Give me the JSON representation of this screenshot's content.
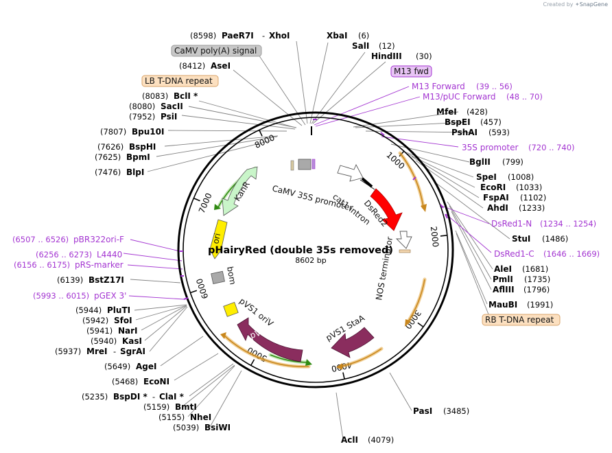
{
  "credit": {
    "prefix": "Created by",
    "brand": "SnapGene"
  },
  "plasmid": {
    "name": "pHairyRed (double 35s removed)",
    "length_label": "8602 bp",
    "length": 8602
  },
  "ticks": [
    "1000",
    "2000",
    "3000",
    "4000",
    "5000",
    "6000",
    "7000",
    "8000"
  ],
  "enzymes": [
    {
      "id": "paer7i",
      "name": "PaeR7I",
      "pos": "(8598)",
      "bp": 8598
    },
    {
      "id": "xhoi",
      "name": "XhoI",
      "pos": "",
      "bp": 8598
    },
    {
      "id": "xbai",
      "name": "XbaI",
      "pos": "(6)",
      "bp": 6
    },
    {
      "id": "sali",
      "name": "SalI",
      "pos": "(12)",
      "bp": 12
    },
    {
      "id": "hindiii",
      "name": "HindIII",
      "pos": "(30)",
      "bp": 30
    },
    {
      "id": "asei",
      "name": "AseI",
      "pos": "(8412)",
      "bp": 8412
    },
    {
      "id": "bcli",
      "name": "BclI *",
      "pos": "(8083)",
      "bp": 8083
    },
    {
      "id": "sacii",
      "name": "SacII",
      "pos": "(8080)",
      "bp": 8080
    },
    {
      "id": "psii",
      "name": "PsiI",
      "pos": "(7952)",
      "bp": 7952
    },
    {
      "id": "bpu10i",
      "name": "Bpu10I",
      "pos": "(7807)",
      "bp": 7807
    },
    {
      "id": "bsphi",
      "name": "BspHI",
      "pos": "(7626)",
      "bp": 7626
    },
    {
      "id": "bpmi",
      "name": "BpmI",
      "pos": "(7625)",
      "bp": 7625
    },
    {
      "id": "blpi",
      "name": "BlpI",
      "pos": "(7476)",
      "bp": 7476
    },
    {
      "id": "mfei",
      "name": "MfeI",
      "pos": "(428)",
      "bp": 428
    },
    {
      "id": "bspei",
      "name": "BspEI",
      "pos": "(457)",
      "bp": 457
    },
    {
      "id": "pshai",
      "name": "PshAI",
      "pos": "(593)",
      "bp": 593
    },
    {
      "id": "bglii",
      "name": "BglII",
      "pos": "(799)",
      "bp": 799
    },
    {
      "id": "spei",
      "name": "SpeI",
      "pos": "(1008)",
      "bp": 1008
    },
    {
      "id": "ecori",
      "name": "EcoRI",
      "pos": "(1033)",
      "bp": 1033
    },
    {
      "id": "fspai",
      "name": "FspAI",
      "pos": "(1102)",
      "bp": 1102
    },
    {
      "id": "ahdi",
      "name": "AhdI",
      "pos": "(1233)",
      "bp": 1233
    },
    {
      "id": "stui",
      "name": "StuI",
      "pos": "(1486)",
      "bp": 1486
    },
    {
      "id": "alei",
      "name": "AleI",
      "pos": "(1681)",
      "bp": 1681
    },
    {
      "id": "pmli",
      "name": "PmlI",
      "pos": "(1735)",
      "bp": 1735
    },
    {
      "id": "aflIII",
      "name": "AflIII",
      "pos": "(1796)",
      "bp": 1796
    },
    {
      "id": "maubi",
      "name": "MauBI",
      "pos": "(1991)",
      "bp": 1991
    },
    {
      "id": "pasi",
      "name": "PasI",
      "pos": "(3485)",
      "bp": 3485
    },
    {
      "id": "acli",
      "name": "AclI",
      "pos": "(4079)",
      "bp": 4079
    },
    {
      "id": "bstz17i",
      "name": "BstZ17I",
      "pos": "(6139)",
      "bp": 6139
    },
    {
      "id": "pluti",
      "name": "PluTI",
      "pos": "(5944)",
      "bp": 5944
    },
    {
      "id": "sfoi",
      "name": "SfoI",
      "pos": "(5942)",
      "bp": 5942
    },
    {
      "id": "nari",
      "name": "NarI",
      "pos": "(5941)",
      "bp": 5941
    },
    {
      "id": "kasi",
      "name": "KasI",
      "pos": "(5940)",
      "bp": 5940
    },
    {
      "id": "mrei",
      "name": "MreI",
      "pos": "(5937)",
      "bp": 5937
    },
    {
      "id": "sgrai",
      "name": "SgrAI",
      "pos": "",
      "bp": 5937
    },
    {
      "id": "agei",
      "name": "AgeI",
      "pos": "(5649)",
      "bp": 5649
    },
    {
      "id": "econi",
      "name": "EcoNI",
      "pos": "(5468)",
      "bp": 5468
    },
    {
      "id": "bspdi",
      "name": "BspDI *",
      "pos": "(5235)",
      "bp": 5235
    },
    {
      "id": "clai",
      "name": "ClaI *",
      "pos": "",
      "bp": 5235
    },
    {
      "id": "bmti",
      "name": "BmtI",
      "pos": "(5159)",
      "bp": 5159
    },
    {
      "id": "nhei",
      "name": "NheI",
      "pos": "(5155)",
      "bp": 5155
    },
    {
      "id": "bsiwi",
      "name": "BsiWI",
      "pos": "(5039)",
      "bp": 5039
    }
  ],
  "primers": [
    {
      "id": "m13-forward",
      "name": "M13 Forward",
      "range": "(39 .. 56)"
    },
    {
      "id": "m13-puc-forward",
      "name": "M13/pUC Forward",
      "range": "(48 .. 70)"
    },
    {
      "id": "35s-promoter-primer",
      "name": "35S promoter",
      "range": "(720 .. 740)"
    },
    {
      "id": "dsred1-n",
      "name": "DsRed1-N",
      "range": "(1234 .. 1254)"
    },
    {
      "id": "dsred1-c",
      "name": "DsRed1-C",
      "range": "(1646 .. 1669)"
    },
    {
      "id": "pbr322ori-f",
      "name": "pBR322ori-F",
      "range": "(6507 .. 6526)"
    },
    {
      "id": "l4440",
      "name": "L4440",
      "range": "(6256 .. 6273)"
    },
    {
      "id": "prs-marker",
      "name": "pRS-marker",
      "range": "(6156 .. 6175)"
    },
    {
      "id": "pgex3",
      "name": "pGEX 3'",
      "range": "(5993 .. 6015)"
    }
  ],
  "boxed_labels": [
    {
      "id": "camv-polya",
      "text": "CaMV poly(A) signal",
      "color": "#c8c8c8",
      "border": "#9a9a9a"
    },
    {
      "id": "lb-tdna",
      "text": "LB T-DNA repeat",
      "color": "#fce0c0",
      "border": "#d8a46c"
    },
    {
      "id": "m13-fwd",
      "text": "M13 fwd",
      "color": "#e8c4f5",
      "border": "#a334d1"
    },
    {
      "id": "rb-tdna",
      "text": "RB T-DNA repeat",
      "color": "#fce0c0",
      "border": "#d8a46c"
    }
  ],
  "features": {
    "camv35s": "CaMV 35S promoter",
    "cat1": "cat1 intron",
    "dsred2": "DsRed2",
    "nosterm": "NOS terminator",
    "kanr": "KanR",
    "ori": "ori",
    "bom": "bom",
    "pvs1oriv": "pVS1 oriV",
    "pvs1repa": "pVS1 RepA",
    "pvs1staa": "pVS1 StaA"
  },
  "colors": {
    "primer": "#a334d1",
    "line": "#7a7a7a",
    "backbone": "#000000",
    "dsred": "#ff0000",
    "kanr": "#c9f5c9",
    "ori": "#ffee00",
    "repa": "#8a2d5e",
    "orf_arc": "#e3a53b",
    "green_arc": "#3a9a1a"
  }
}
